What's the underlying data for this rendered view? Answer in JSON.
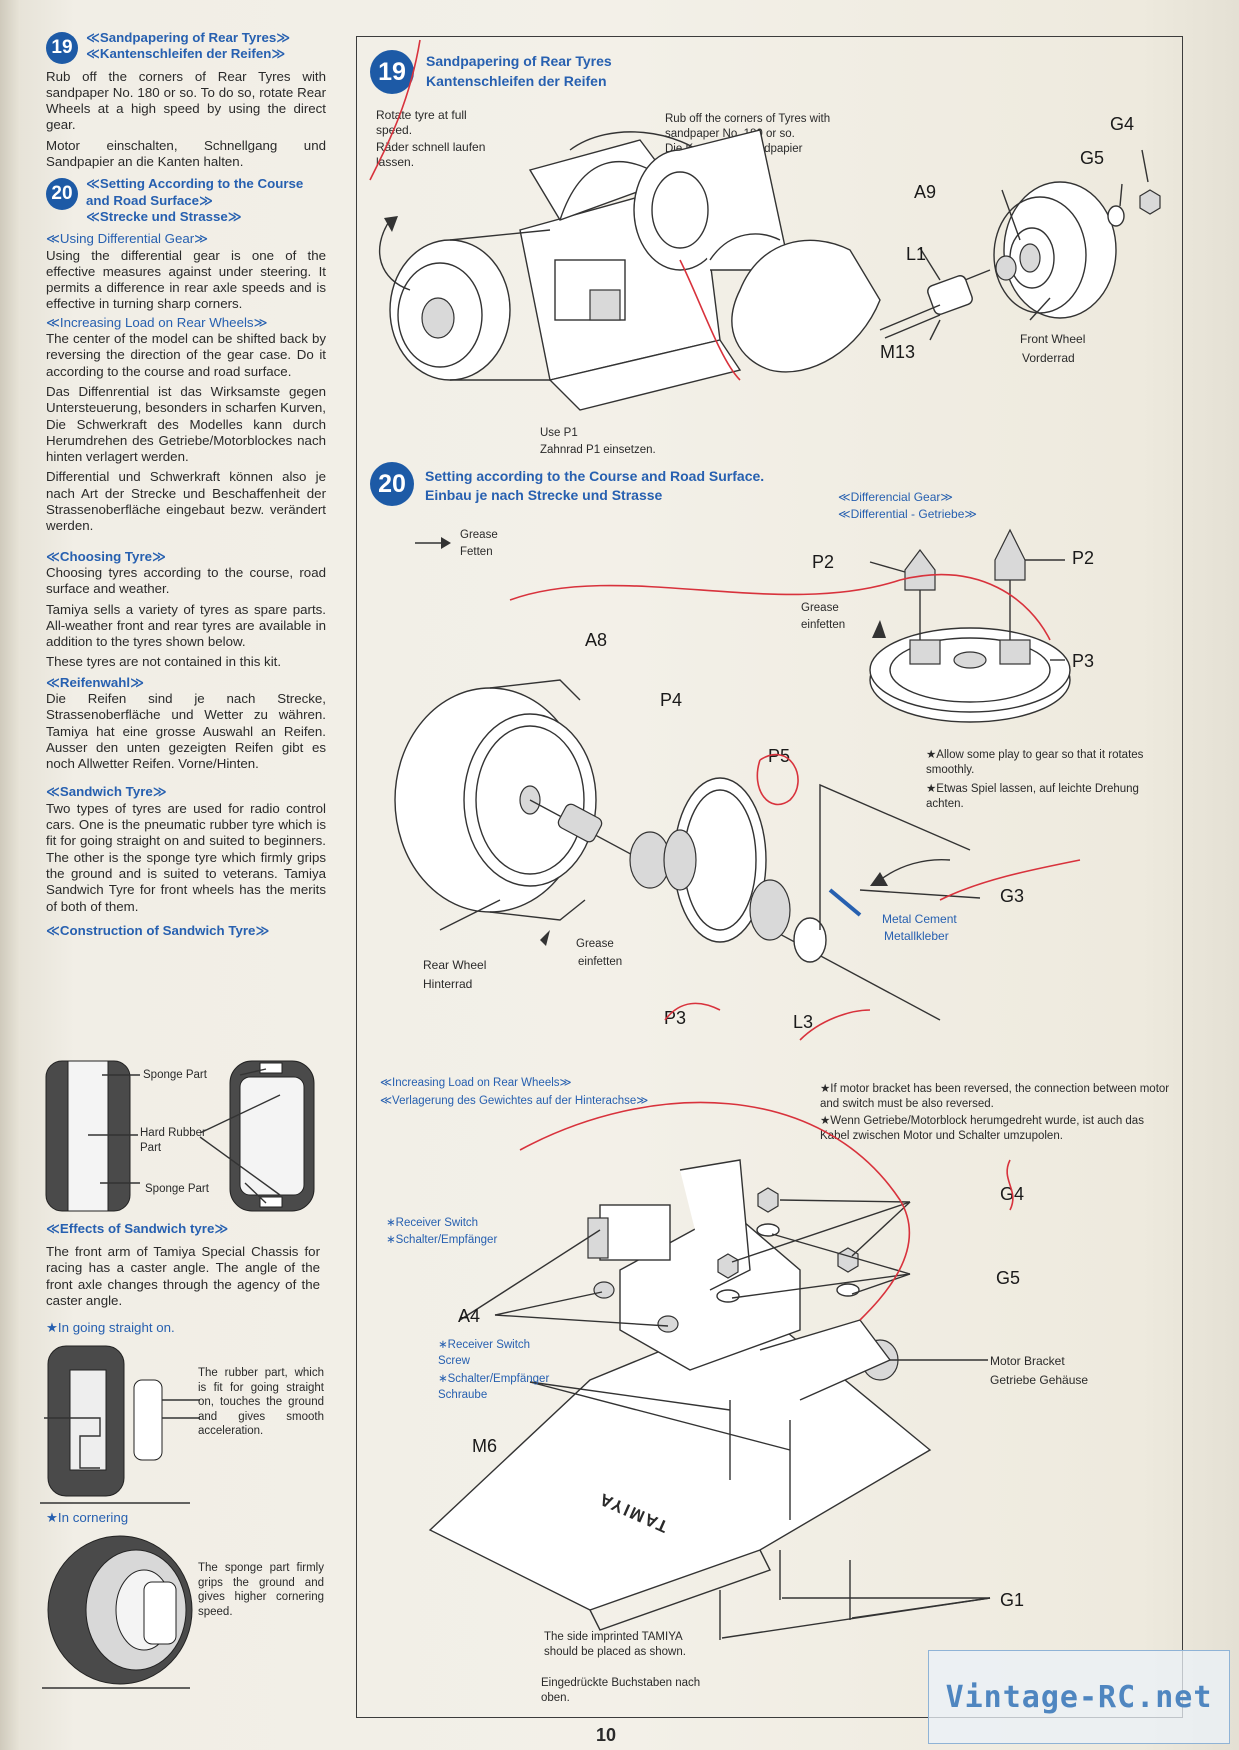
{
  "left": {
    "s19": {
      "num": "19",
      "title_en": "≪Sandpapering of Rear Tyres≫",
      "title_de": "≪Kantenschleifen der Reifen≫",
      "text_en": "Rub off the corners of Rear Tyres with sandpaper No. 180 or so. To do so, rotate Rear Wheels at a high speed by using the direct gear.",
      "text_de": "Motor einschalten, Schnellgang und Sandpapier an die Kanten halten."
    },
    "s20": {
      "num": "20",
      "title_en_1": "≪Setting According to the Course",
      "title_en_2": "and Road Surface≫",
      "title_de": "≪Strecke und Strasse≫",
      "using_diff_title": "≪Using Differential Gear≫",
      "using_diff_text": "Using the differential gear is one of the effective measures against under steering. It permits a difference in rear axle speeds and is effective in turning sharp corners.",
      "inc_load_title": "≪Increasing Load on Rear Wheels≫",
      "inc_load_text": "The center of the model can be shifted back by reversing the direction of the gear case. Do it according to the course and road surface.",
      "de_text_1": "Das Diffenrential ist das Wirksamste gegen Untersteuerung, besonders in scharfen Kurven, Die Schwerkraft des Modelles kann durch Herumdrehen des Getriebe/Motorblockes nach hinten verlagert werden.",
      "de_text_2": "Differential und Schwerkraft können also je nach Art der Strecke und Beschaffenheit der Strassenoberfläche eingebaut bezw. verändert werden."
    },
    "choosing": {
      "title": "≪Choosing Tyre≫",
      "text_1": "Choosing tyres according to the course, road surface and weather.",
      "text_2": "Tamiya sells a variety of tyres as spare parts. All-weather front and rear tyres are available in addition to the tyres shown below.",
      "text_3": "These tyres are not contained in this kit."
    },
    "reifenwahl": {
      "title": "≪Reifenwahl≫",
      "text": "Die Reifen sind je nach Strecke, Strassenoberfläche und Wetter zu währen. Tamiya hat eine grosse Auswahl an Reifen. Ausser den unten gezeigten Reifen gibt es noch Allwetter Reifen. Vorne/Hinten."
    },
    "sandwich": {
      "title": "≪Sandwich Tyre≫",
      "text": "Two types of tyres are used for radio control cars. One is the pneumatic rubber tyre which is fit for going straight on and suited to beginners. The other is the sponge tyre which firmly grips the ground and is suited to veterans. Tamiya Sandwich Tyre for front wheels has the merits of both of them."
    },
    "construction": {
      "title": "≪Construction of Sandwich Tyre≫",
      "sponge_top": "Sponge Part",
      "hard_rubber_1": "Hard Rubber",
      "hard_rubber_2": "Part",
      "sponge_bottom": "Sponge Part"
    },
    "effects": {
      "title": "≪Effects of Sandwich tyre≫",
      "text": "The front arm of Tamiya Special Chassis for racing has a caster angle. The angle of the front axle changes through the agency of the caster angle.",
      "straight_title": "★In going straight on.",
      "straight_text": "The rubber part, which is fit for going straight on, touches the ground and gives smooth acceleration.",
      "corner_title": "★In cornering",
      "corner_text": "The sponge part firmly grips the ground and gives higher cornering speed."
    }
  },
  "right": {
    "s19": {
      "num": "19",
      "title_en": "Sandpapering of Rear Tyres",
      "title_de": "Kantenschleifen der Reifen",
      "rotate_en": "Rotate tyre at full speed.",
      "rotate_de": "Räder schnell laufen lassen.",
      "rub_en": "Rub off the corners of Tyres with sandpaper No. 180 or so.",
      "rub_de": "Die Kanten mit Sandpapier abschleifen.",
      "use_p1": "Use P1",
      "zahnrad": "Zahnrad P1 einsetzen.",
      "g4": "G4",
      "g5": "G5",
      "a9": "A9",
      "l1": "L1",
      "m13": "M13",
      "front_wheel": "Front Wheel",
      "vorderrad": "Vorderrad"
    },
    "s20": {
      "num": "20",
      "title_en": "Setting according to the Course and Road Surface.",
      "title_de": "Einbau je nach Strecke und Strasse",
      "grease": "Grease",
      "fetten": "Fetten",
      "diff_gear": "≪Differencial Gear≫",
      "diff_getriebe": "≪Differential - Getriebe≫",
      "p2_left": "P2",
      "p2_right": "P2",
      "grease2": "Grease",
      "einfetten2": "einfetten",
      "p3_right": "P3",
      "play_en": "★Allow some play to gear so that it rotates smoothly.",
      "play_de": "★Etwas Spiel lassen, auf leichte Drehung achten.",
      "a8": "A8",
      "p4": "P4",
      "p5": "P5",
      "g3": "G3",
      "metal_cement": "Metal Cement",
      "metallkleber": "Metallkleber",
      "grease3": "Grease",
      "einfetten3": "einfetten",
      "rear_wheel": "Rear Wheel",
      "hinterrad": "Hinterrad",
      "p3_bottom": "P3",
      "l3": "L3"
    },
    "load": {
      "title_en": "≪Increasing Load on Rear Wheels≫",
      "title_de": "≪Verlagerung des Gewichtes auf der Hinterachse≫",
      "note_en": "★If motor bracket has been reversed, the connection between motor and switch must be also reversed.",
      "note_de": "★Wenn Getriebe/Motorblock herumgedreht wurde, ist auch das Kabel zwischen Motor und Schalter umzupolen.",
      "receiver_switch": "∗Receiver Switch",
      "schalter": "∗Schalter/Empfänger",
      "g4": "G4",
      "g5": "G5",
      "a4": "A4",
      "rs_screw_1": "∗Receiver Switch",
      "rs_screw_2": "Screw",
      "schalter_schraube_1": "∗Schalter/Empfänger",
      "schalter_schraube_2": "Schraube",
      "motor_bracket": "Motor Bracket",
      "getriebe_gehause": "Getriebe Gehäuse",
      "m6": "M6",
      "imprint": "TAMIYA",
      "g1": "G1",
      "side_note_en": "The side imprinted TAMIYA should be placed as shown.",
      "side_note_de": "Eingedrückte Buchstaben nach oben."
    }
  },
  "page_number": "10",
  "watermark": "Vintage-RC.net"
}
